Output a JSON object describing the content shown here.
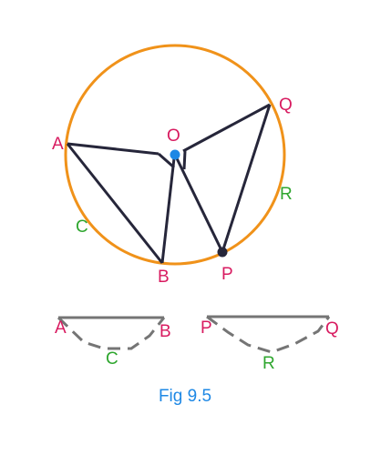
{
  "labels": {
    "A": "A",
    "B": "B",
    "C": "C",
    "O": "O",
    "P": "P",
    "Q": "Q",
    "R": "R"
  },
  "segments": {
    "left": {
      "start": "A",
      "end": "B",
      "mid": "C"
    },
    "right": {
      "start": "P",
      "end": "Q",
      "mid": "R"
    }
  },
  "caption": "Fig 9.5",
  "colors": {
    "circle": "#f0921a",
    "lines": "#26263a",
    "center_dot": "#1e88e5",
    "point_labels": "#d81b60",
    "arc_labels": "#2ea62e",
    "caption": "#1e88e5",
    "segment_solid": "#757575",
    "segment_dashed": "#757575"
  }
}
